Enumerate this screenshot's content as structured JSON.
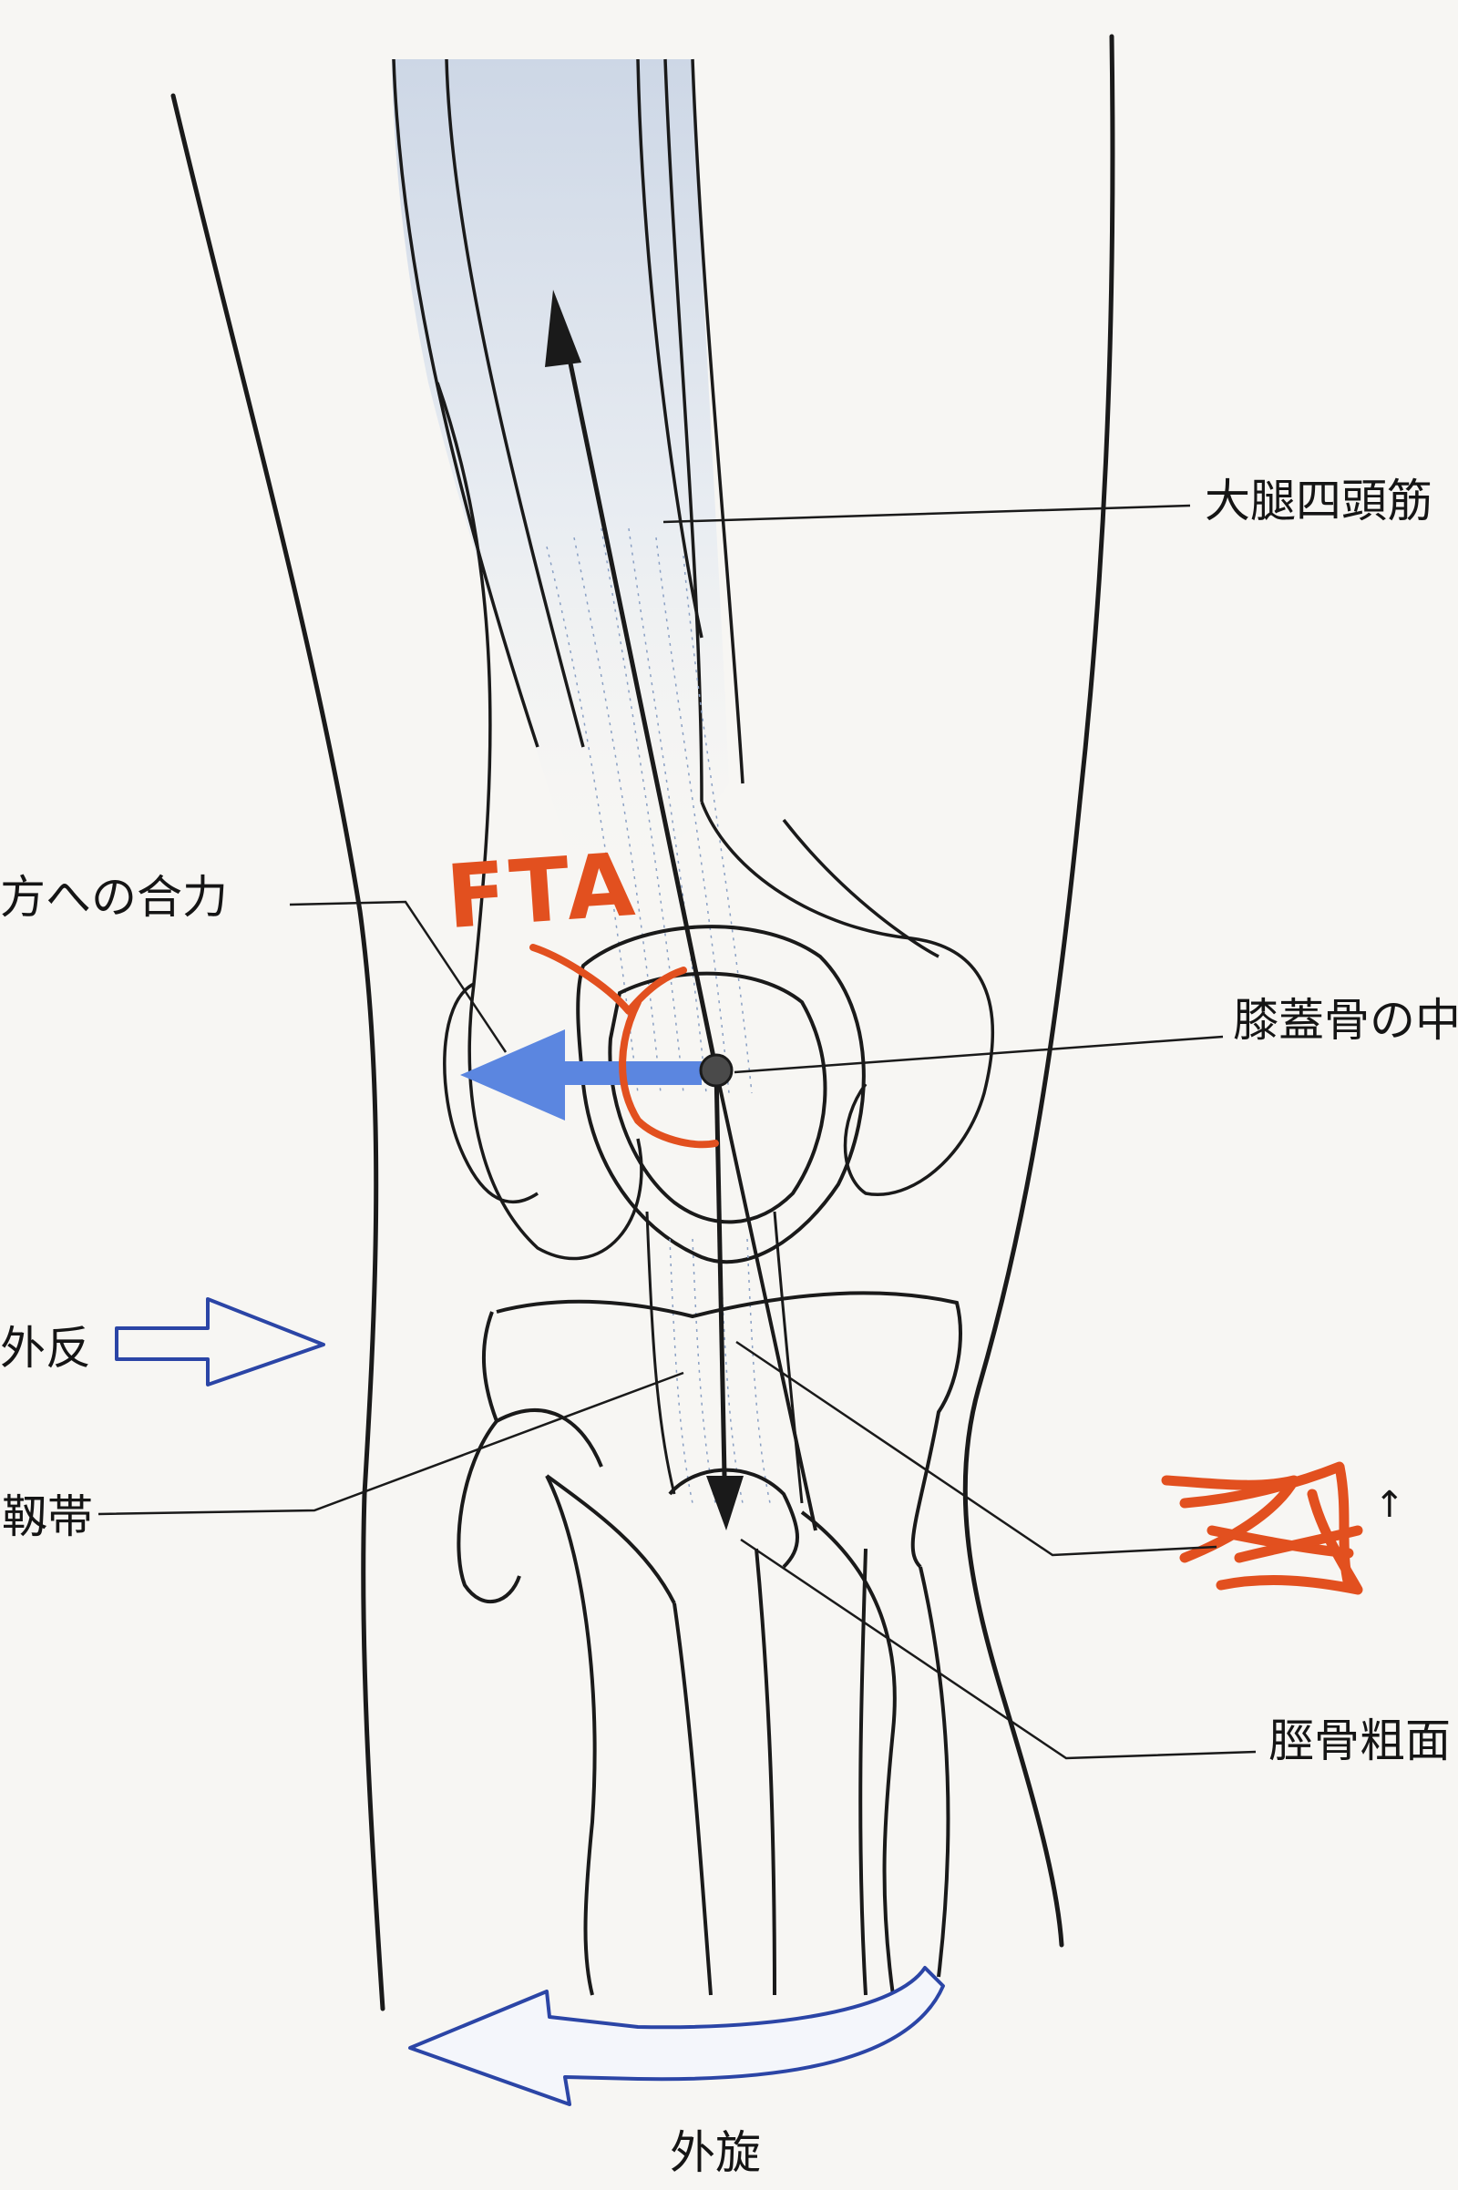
{
  "labels": {
    "quadriceps": "大腿四頭筋",
    "resultant_force": "方への合力",
    "patella_center": "膝蓋骨の中",
    "valgus": "外反",
    "ligament": "靱帯",
    "tibial_tuberosity": "脛骨粗面",
    "external_rotation": "外旋",
    "fta_annotation": "FTA",
    "small_arrow": "↑"
  },
  "colors": {
    "line": "#1a1a1a",
    "blue_arrow": "#5b86e0",
    "outline_arrow": "#2b45a6",
    "annotation": "#e2501f",
    "muscle_shade": "#d5dde8"
  },
  "icons": {
    "resultant_arrow": "left-arrow-filled",
    "valgus_arrow": "right-arrow-outline",
    "rotation_arrow": "curved-arrow-outline",
    "scribble": "scribble-mark"
  }
}
